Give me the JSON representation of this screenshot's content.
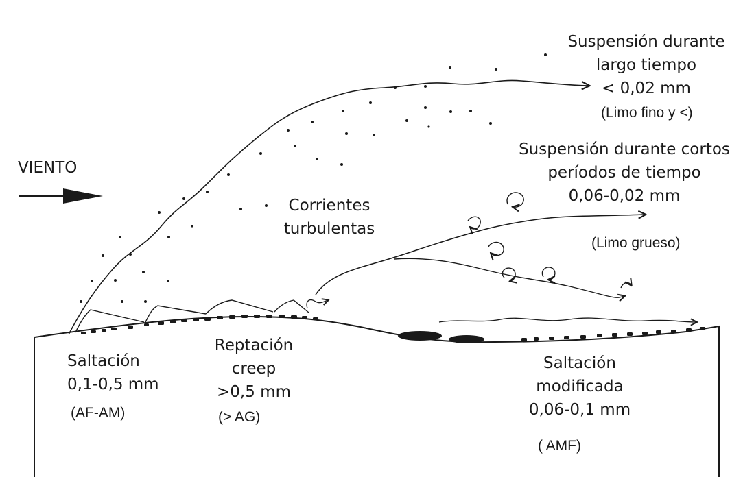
{
  "labels": {
    "wind": "VIENTO",
    "turbulent": [
      "Corrientes",
      "turbulentas"
    ],
    "long_suspension": [
      "Suspensión durante",
      "largo tiempo",
      "< 0,02 mm"
    ],
    "long_suspension_class": "(Limo fino y <)",
    "short_suspension": [
      "Suspensión durante cortos",
      "períodos de tiempo",
      "0,06-0,02 mm"
    ],
    "short_suspension_class": "(Limo grueso)",
    "saltation": [
      "Saltación",
      "0,1-0,5 mm"
    ],
    "saltation_class": "(AF-AM)",
    "creep": [
      "Reptación",
      "creep",
      ">0,5 mm"
    ],
    "creep_class": "(> AG)",
    "modified_saltation": [
      "Saltación",
      "modificada",
      "0,06-0,1 mm"
    ],
    "modified_saltation_class": "( AMF)"
  },
  "colors": {
    "ink": "#1a1a1a",
    "background": "#ffffff"
  }
}
